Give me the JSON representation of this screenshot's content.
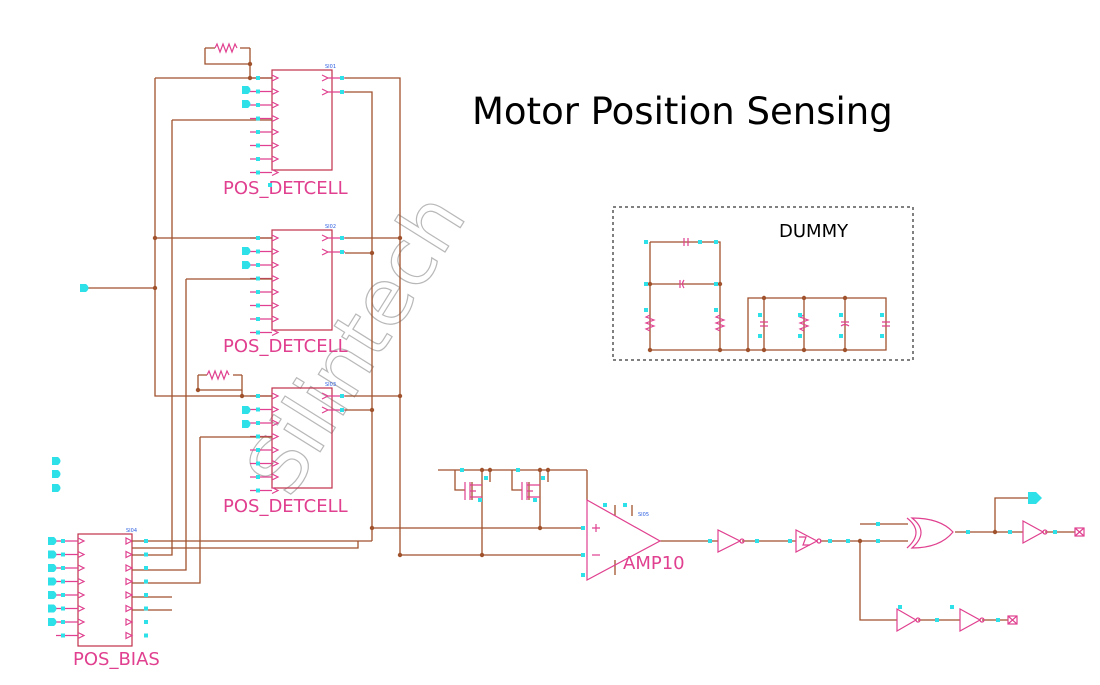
{
  "title": "Motor Position Sensing",
  "watermark": "Silintech",
  "blocks": {
    "detcell_1": {
      "label": "POS_DETCELL",
      "ref": "SI01"
    },
    "detcell_2": {
      "label": "POS_DETCELL",
      "ref": "SI02"
    },
    "detcell_3": {
      "label": "POS_DETCELL",
      "ref": "SI03"
    },
    "bias": {
      "label": "POS_BIAS",
      "ref": "SI04"
    },
    "amp": {
      "label": "AMP10",
      "ref": "SI05"
    }
  },
  "dummy_box": {
    "label": "DUMMY"
  },
  "colors": {
    "wire": "#a0522d",
    "block_label": "#e0408f",
    "terminal": "#2ee0e8",
    "block_outline": "#c0304a"
  }
}
